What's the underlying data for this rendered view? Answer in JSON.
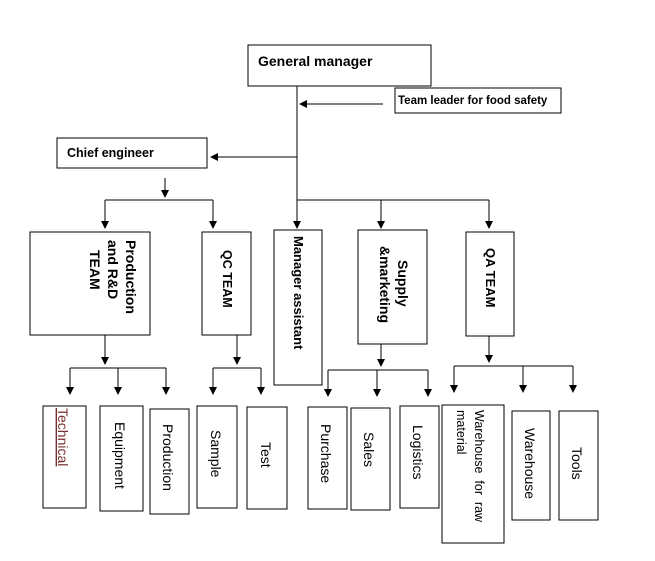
{
  "nodes": {
    "general_manager": "General manager",
    "team_leader_food_safety": "Team leader for food  safety",
    "chief_engineer": "Chief engineer",
    "production_rd_team": [
      "Production",
      "and R&D",
      "TEAM"
    ],
    "qc_team": "QC TEAM",
    "manager_assistant": "Manager assistant",
    "supply_marketing": [
      "Supply",
      "&marketing"
    ],
    "qa_team": "QA TEAM",
    "technical": "Technical",
    "equipment": "Equipment",
    "production": "Production",
    "sample": "Sample",
    "test": "Test",
    "purchase": "Purchase",
    "sales": "Sales",
    "logistics": "Logistics",
    "warehouse_raw": [
      "Warehouse  for  raw",
      "material"
    ],
    "warehouse": "Warehouse",
    "tools": "Tools"
  },
  "colors": {
    "line": "#000000",
    "box_fill": "#ffffff",
    "technical_text": "#7a2f2f"
  }
}
